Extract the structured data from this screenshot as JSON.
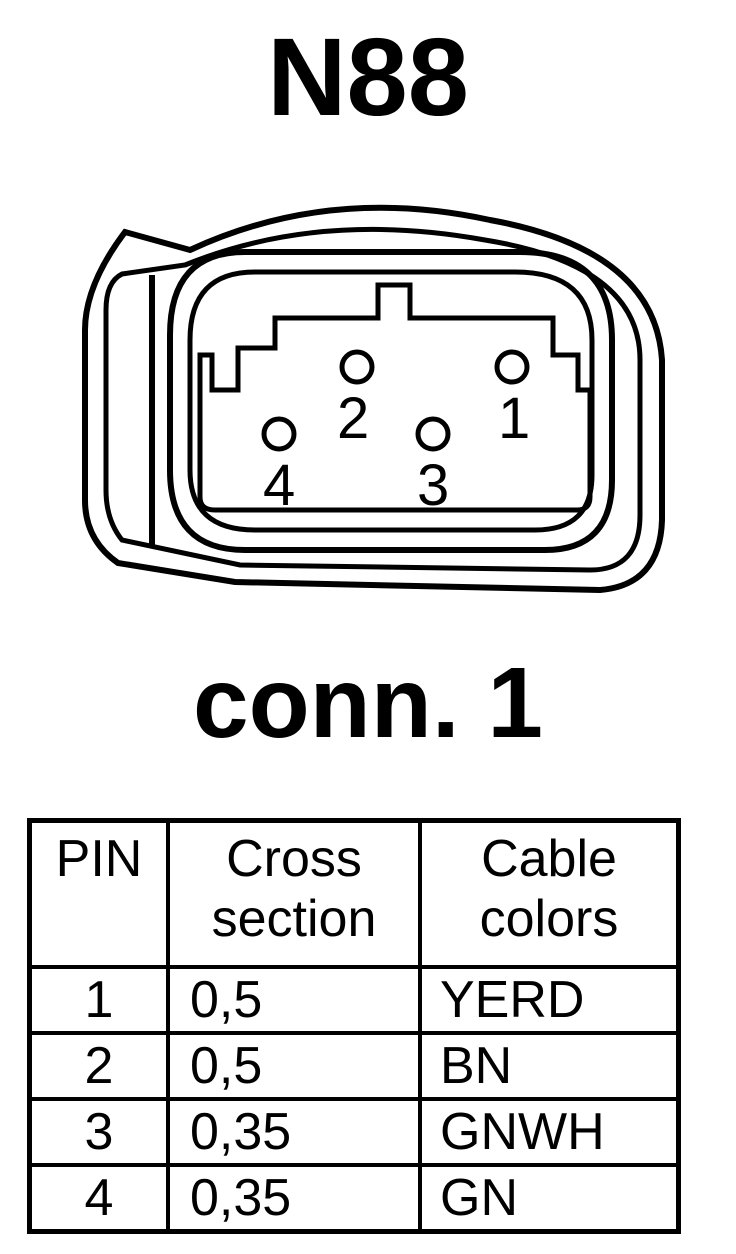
{
  "component_title": "N88",
  "connector_title": "conn. 1",
  "pin_labels": [
    "1",
    "2",
    "3",
    "4"
  ],
  "table": {
    "headers": {
      "pin": "PIN",
      "cross_section_1": "Cross",
      "cross_section_2": "section",
      "cable_colors_1": "Cable",
      "cable_colors_2": "colors"
    },
    "rows": [
      {
        "pin": "1",
        "cross_section": "0,5",
        "color": "YERD"
      },
      {
        "pin": "2",
        "cross_section": "0,5",
        "color": "BN"
      },
      {
        "pin": "3",
        "cross_section": "0,35",
        "color": "GNWH"
      },
      {
        "pin": "4",
        "cross_section": "0,35",
        "color": "GN"
      }
    ]
  }
}
